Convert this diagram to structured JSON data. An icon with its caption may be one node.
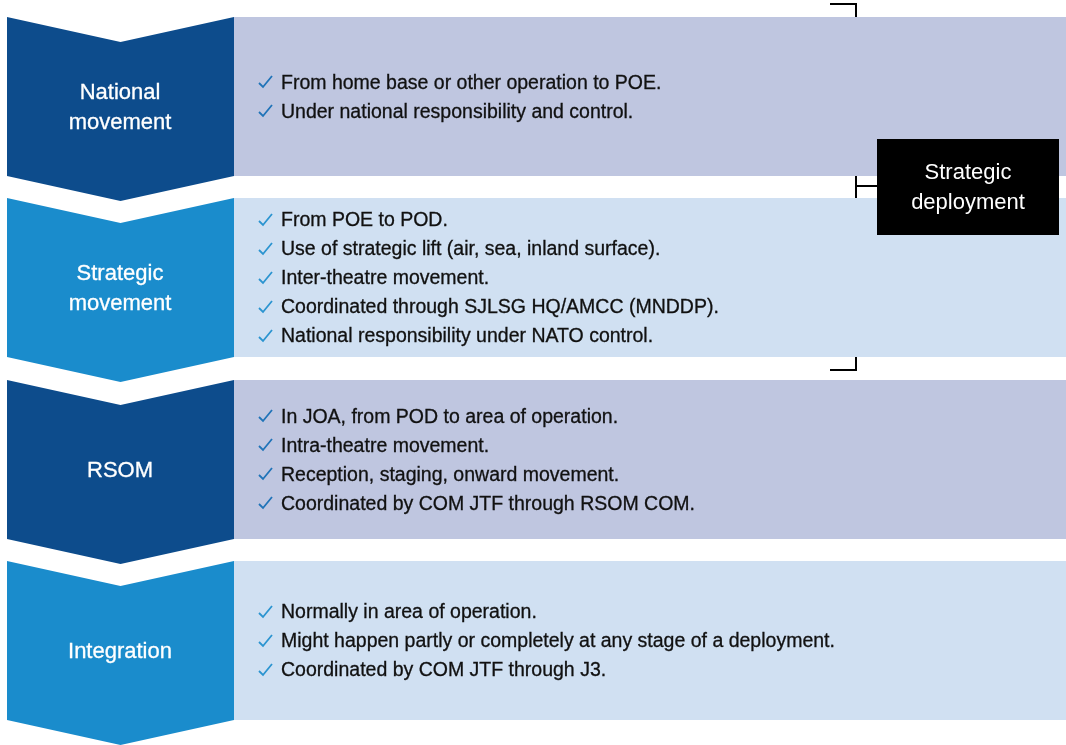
{
  "diagram": {
    "nodes": [
      {
        "text": [
          "National movement"
        ]
      },
      {
        "text": [
          "From home base or other operation to POE.",
          "Under national responsibility and control."
        ]
      },
      {
        "text": [
          "Strategic movement"
        ]
      },
      {
        "text": [
          "From POE to POD.",
          "Use of strategic lift (air, sea, inland surface).",
          "Inter-theatre movement.",
          "Coordinated through SJLSG HQ/AMCC (MNDDP).",
          "National responsibility under NATO control."
        ]
      },
      {
        "text": [
          "RSOM"
        ]
      },
      {
        "text": [
          "In JOA, from POD to area of operation.",
          "Intra-theatre movement.",
          "Reception, staging, onward movement.",
          "Coordinated by COM JTF through RSOM COM."
        ]
      },
      {
        "text": [
          "Integration"
        ]
      },
      {
        "text": [
          "Normally in area of operation.",
          "Might happen partly or completely at any stage of a deployment.",
          "Coordinated by COM JTF through J3."
        ]
      },
      {
        "text": [
          "Strategic deployment"
        ]
      }
    ],
    "edges": []
  }
}
